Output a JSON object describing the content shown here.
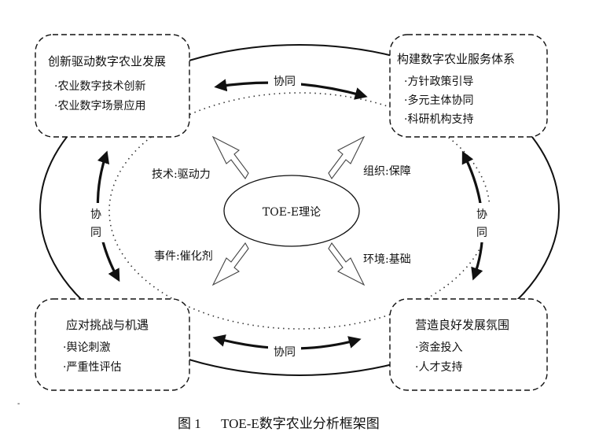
{
  "center": {
    "label": "TOE-E理论"
  },
  "dimensions": {
    "technology": "技术:驱动力",
    "organization": "组织:保障",
    "event": "事件:催化剂",
    "environment": "环境:基础"
  },
  "boxes": {
    "top_left": {
      "title": "创新驱动数字农业发展",
      "items": [
        "·农业数字技术创新",
        "·农业数字场景应用"
      ]
    },
    "top_right": {
      "title": "构建数字农业服务体系",
      "items": [
        "·方针政策引导",
        "·多元主体协同",
        "·科研机构支持"
      ]
    },
    "bottom_left": {
      "title": "应对挑战与机遇",
      "items": [
        "·舆论刺激",
        "·严重性评估"
      ]
    },
    "bottom_right": {
      "title": "营造良好发展氛围",
      "items": [
        "·资金投入",
        "·人才支持"
      ]
    }
  },
  "synergy": {
    "top": "协同",
    "bottom": "协同",
    "left": [
      "协",
      "同"
    ],
    "right": [
      "协",
      "同"
    ]
  },
  "caption": {
    "label": "图 1",
    "title": "TOE-E数字农业分析框架图"
  },
  "marks": {
    "corner": "-"
  },
  "colors": {
    "stroke": "#111111",
    "background": "#ffffff"
  }
}
